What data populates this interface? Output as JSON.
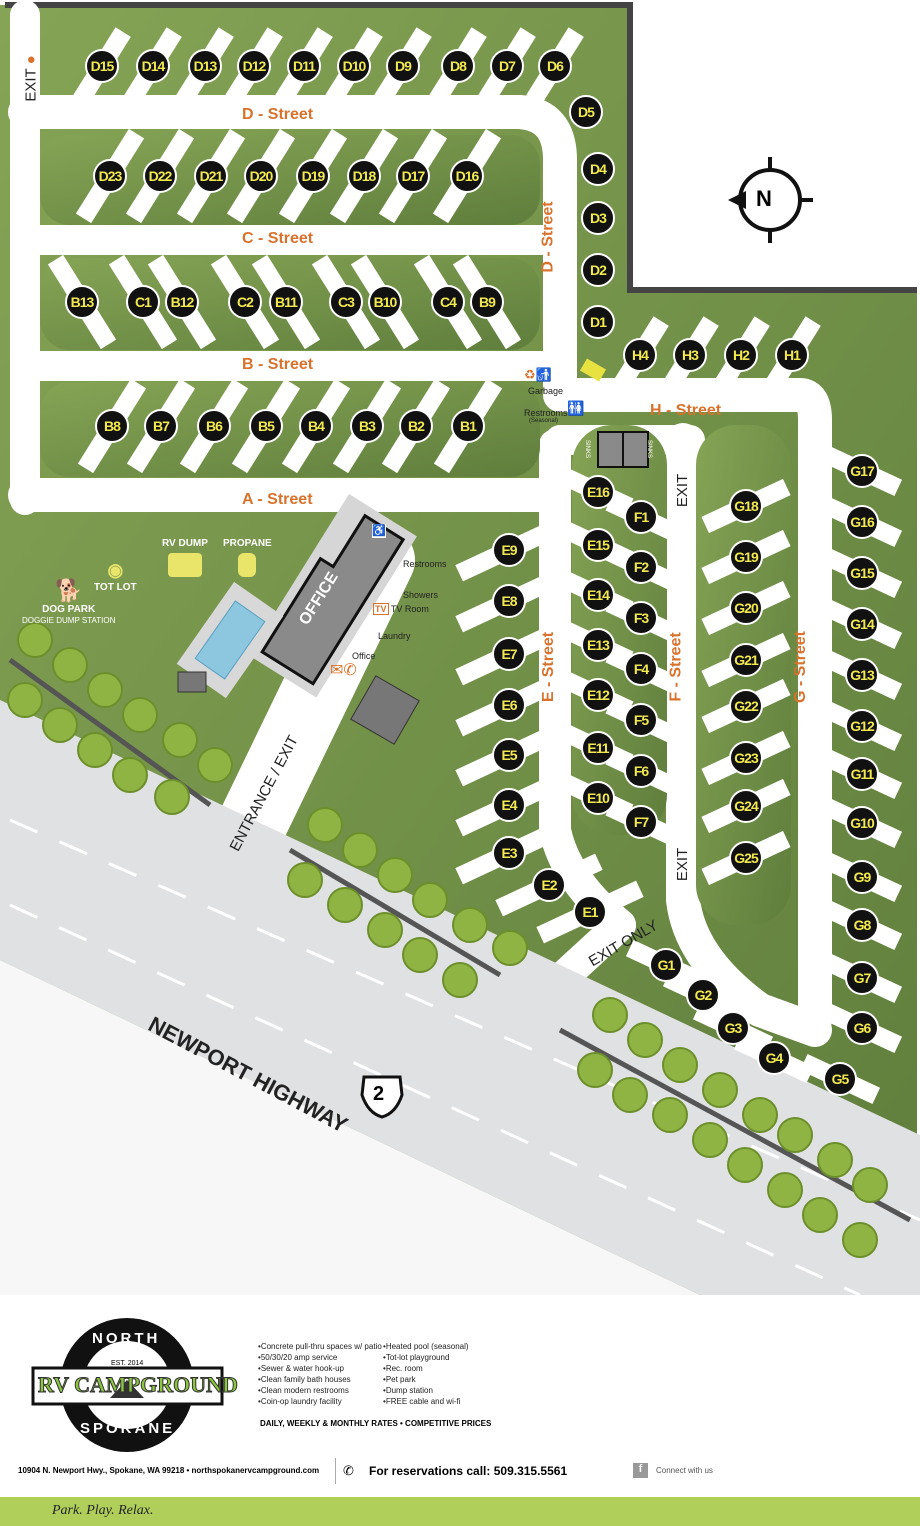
{
  "map": {
    "compass": "N",
    "streets": {
      "a": "A - Street",
      "b": "B - Street",
      "c": "C - Street",
      "d_top": "D - Street",
      "d_vert": "D - Street",
      "e": "E - Street",
      "f": "F - Street",
      "g": "G - Street",
      "h": "H - Street"
    },
    "sites": {
      "d_top": [
        "D15",
        "D14",
        "D13",
        "D12",
        "D11",
        "D10",
        "D9",
        "D8",
        "D7",
        "D6"
      ],
      "d_side": [
        "D5",
        "D4",
        "D3",
        "D2",
        "D1"
      ],
      "d_mid": [
        "D23",
        "D22",
        "D21",
        "D20",
        "D19",
        "D18",
        "D17",
        "D16"
      ],
      "bc": [
        "B13",
        "C1",
        "B12",
        "C2",
        "B11",
        "C3",
        "B10",
        "C4",
        "B9"
      ],
      "b": [
        "B8",
        "B7",
        "B6",
        "B5",
        "B4",
        "B3",
        "B2",
        "B1"
      ],
      "h": [
        "H4",
        "H3",
        "H2",
        "H1"
      ],
      "e_inner": [
        "E16",
        "E15",
        "E14",
        "E13",
        "E12",
        "E11",
        "E10"
      ],
      "f": [
        "F1",
        "F2",
        "F3",
        "F4",
        "F5",
        "F6",
        "F7"
      ],
      "e_outer": [
        "E9",
        "E8",
        "E7",
        "E6",
        "E5",
        "E4",
        "E3",
        "E2",
        "E1"
      ],
      "g_inner": [
        "G18",
        "G19",
        "G20",
        "G21",
        "G22",
        "G23",
        "G24",
        "G25"
      ],
      "g_outer": [
        "G17",
        "G16",
        "G15",
        "G14",
        "G13",
        "G12",
        "G11",
        "G10",
        "G9",
        "G8",
        "G7",
        "G6",
        "G5",
        "G4",
        "G3",
        "G2",
        "G1"
      ]
    },
    "exits": {
      "top_left": "EXIT",
      "f_top": "EXIT",
      "f_bottom": "EXIT",
      "exit_only": "EXIT ONLY",
      "entrance": "ENTRANCE / EXIT"
    },
    "highway": {
      "name": "NEWPORT HIGHWAY",
      "route": "2"
    },
    "amenities": {
      "dog_park": "DOG PARK",
      "dog_park_sub": "DOGGIE DUMP STATION",
      "tot_lot": "TOT LOT",
      "rv_dump": "RV DUMP",
      "propane": "PROPANE",
      "office_building": "OFFICE",
      "restrooms": "Restrooms",
      "showers": "Showers",
      "tv_room": "TV Room",
      "tv": "TV",
      "laundry": "Laundry",
      "office": "Office",
      "garbage": "Garbage",
      "restrooms_seasonal": "Restrooms",
      "seasonal": "(Seasonal)",
      "sinks": "SINKS"
    }
  },
  "footer": {
    "logo": {
      "top": "NORTH",
      "est": "EST. 2014",
      "main": "RV CAMPGROUND",
      "bottom": "SPOKANE"
    },
    "features_left": [
      "Concrete pull-thru spaces w/ patio",
      "50/30/20 amp service",
      "Sewer & water hook-up",
      "Clean family bath houses",
      "Clean modern restrooms",
      "Coin-op laundry facility"
    ],
    "features_right": [
      "Heated pool (seasonal)",
      "Tot-lot playground",
      "Rec. room",
      "Pet park",
      "Dump station",
      "FREE cable and wi-fi"
    ],
    "rates": "DAILY, WEEKLY & MONTHLY RATES  •  COMPETITIVE PRICES",
    "address": "10904 N. Newport Hwy., Spokane, WA  99218 • northspokanervcampground.com",
    "reservations": "For reservations call: 509.315.5561",
    "social": "Connect with us",
    "tagline": "Park. Play. Relax.",
    "colors": {
      "green": "#6e8c45",
      "accent": "#d9722c",
      "site_text": "#f2e94e",
      "band": "#b0cf5a"
    }
  }
}
